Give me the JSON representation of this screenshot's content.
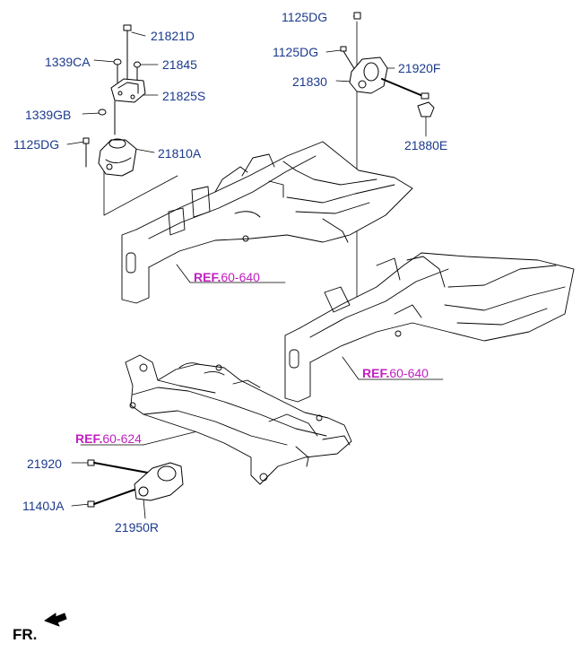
{
  "parts": {
    "p21821D": "21821D",
    "p1339CA": "1339CA",
    "p21845": "21845",
    "p21825S": "21825S",
    "p1339GB": "1339GB",
    "p1125DG_left": "1125DG",
    "p21810A": "21810A",
    "p1125DG_top": "1125DG",
    "p1125DG_mid": "1125DG",
    "p21920F": "21920F",
    "p21830": "21830",
    "p21880E": "21880E",
    "p21920": "21920",
    "p1140JA": "1140JA",
    "p21950R": "21950R"
  },
  "refs": {
    "ref_left": {
      "prefix": "REF.",
      "code": "60-640"
    },
    "ref_right": {
      "prefix": "REF.",
      "code": "60-640"
    },
    "ref_subframe": {
      "prefix": "REF.",
      "code": "60-624"
    }
  },
  "direction": {
    "label": "FR.",
    "arrow_icon": "front-arrow-icon"
  },
  "colors": {
    "label_blue": "#1b3a8c",
    "ref_magenta": "#c020c0",
    "line": "#000000"
  }
}
